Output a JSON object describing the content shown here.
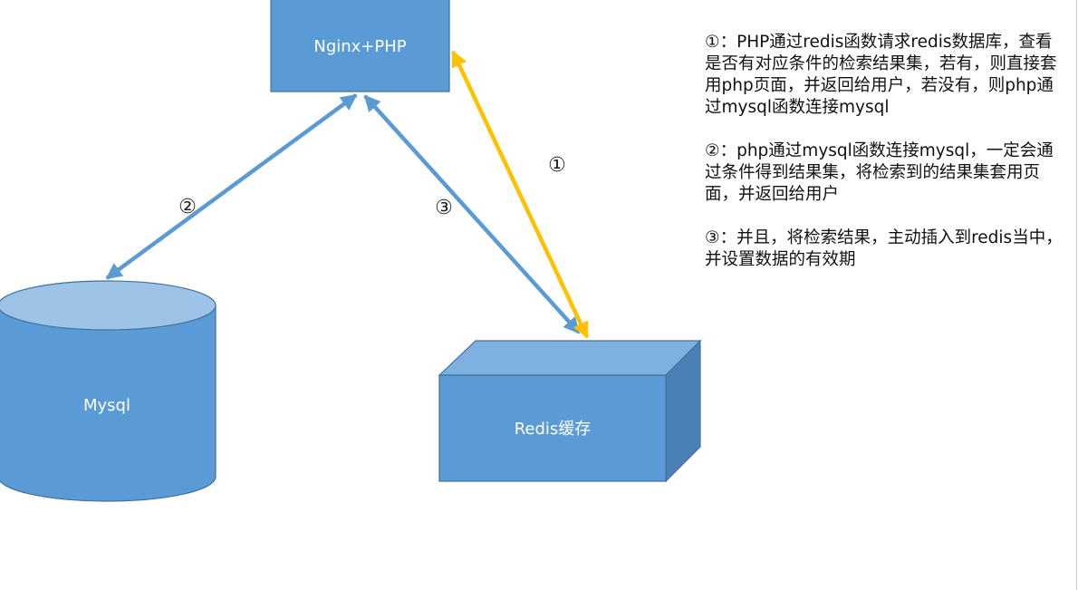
{
  "nodes": {
    "nginx": {
      "label": "Nginx+PHP"
    },
    "mysql": {
      "label": "Mysql"
    },
    "redis": {
      "label": "Redis缓存"
    }
  },
  "steps": {
    "one": "①",
    "two": "②",
    "three": "③"
  },
  "notes": [
    {
      "text": "①：PHP通过redis函数请求redis数据库，查看是否有对应条件的检索结果集，若有，则直接套用php页面，并返回给用户，若没有，则php通过mysql函数连接mysql"
    },
    {
      "text": "②：php通过mysql函数连接mysql，一定会通过条件得到结果集，将检索到的结果集套用页面，并返回给用户"
    },
    {
      "text": "③：并且，将检索结果，主动插入到redis当中，并设置数据的有效期"
    }
  ],
  "colors": {
    "box_fill": "#5b9bd5",
    "box_stroke": "#41719c",
    "box_top": "#7eb0e0",
    "box_side": "#4a80b5",
    "cylinder_top": "#9dc3e6",
    "arrow_blue": "#5b9bd5",
    "arrow_yellow": "#ffc000"
  }
}
